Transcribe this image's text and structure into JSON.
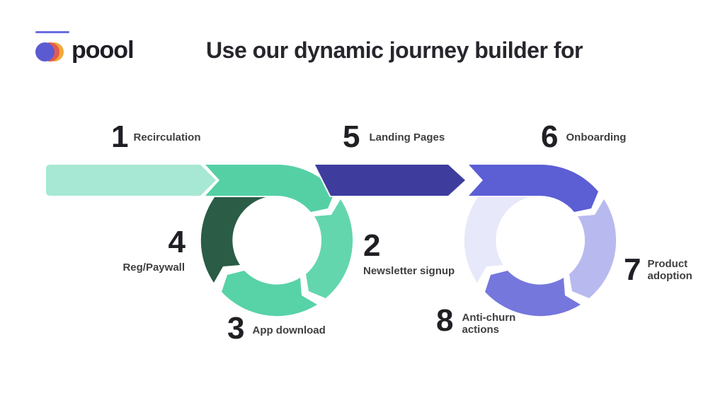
{
  "header": {
    "brand": "poool",
    "title": "Use our dynamic journey builder for"
  },
  "steps": [
    {
      "num": "1",
      "label": "Recirculation"
    },
    {
      "num": "2",
      "label": "Newsletter signup"
    },
    {
      "num": "3",
      "label": "App download"
    },
    {
      "num": "4",
      "label": "Reg/Paywall"
    },
    {
      "num": "5",
      "label": "Landing Pages"
    },
    {
      "num": "6",
      "label": "Onboarding"
    },
    {
      "num": "7",
      "label": "Product adoption"
    },
    {
      "num": "8",
      "label": "Anti-churn actions"
    }
  ],
  "colors": {
    "mint_arrow": "#a6e8d4",
    "teal_entry": "#55d0a5",
    "teal_right": "#63d6ae",
    "teal_bottom": "#58d2a7",
    "dark_green": "#2a5c46",
    "indigo_arrow": "#3e3d9e",
    "purple_entry": "#5c5ed4",
    "lavender_right": "#b8baef",
    "purple_bottom": "#7577dd",
    "pale_lavender": "#e7e8f9",
    "logo_purple": "#5b5ad1",
    "logo_red": "#e25a4d",
    "logo_orange": "#f2a93b",
    "accent_line": "#6b6ee0",
    "title_text": "#26262d",
    "label_text": "#3f3f41"
  }
}
